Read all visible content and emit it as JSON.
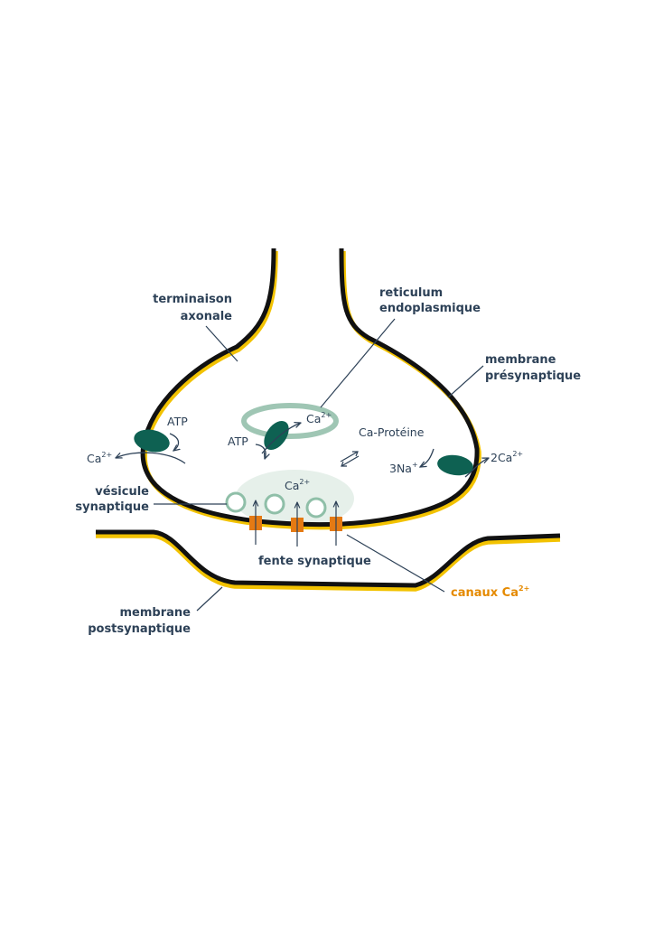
{
  "colors": {
    "membrane": "#111111",
    "membrane_glow": "#f2c200",
    "label": "#2d4157",
    "pump": "#0e6152",
    "reticulum": "#9fc6b4",
    "vesicle_zone": "#e6f0ea",
    "vesicle": "#8fbfa8",
    "channel": "#e57a13",
    "channel_label": "#e58a00",
    "pointer": "#2d4157"
  },
  "icons": {
    "pump_left": "ellipse-pump-icon",
    "pump_right": "ellipse-pump-icon",
    "pump_reticulum": "ellipse-pump-icon",
    "channel": "calcium-channel-icon"
  },
  "labels": {
    "terminaison_1": "terminaison",
    "terminaison_2": "axonale",
    "reticulum_1": "reticulum",
    "reticulum_2": "endoplasmique",
    "membrane_pre_1": "membrane",
    "membrane_pre_2": "présynaptique",
    "vesicule_1": "vésicule",
    "vesicule_2": "synaptique",
    "fente": "fente synaptique",
    "canaux_base": "canaux Ca",
    "canaux_sup": "2+",
    "membrane_post_1": "membrane",
    "membrane_post_2": "postsynaptique"
  },
  "annotations": {
    "atp_left": "ATP",
    "ca_left_base": "Ca",
    "ca_left_sup": "2+",
    "atp_center": "ATP",
    "ca_center_base": "Ca",
    "ca_center_sup": "2+",
    "ca_proteine": "Ca-Protéine",
    "na": "3Na",
    "na_sup": "+",
    "two_ca_base": "2Ca",
    "two_ca_sup": "2+",
    "ca_vesicle_base": "Ca",
    "ca_vesicle_sup": "2+"
  }
}
